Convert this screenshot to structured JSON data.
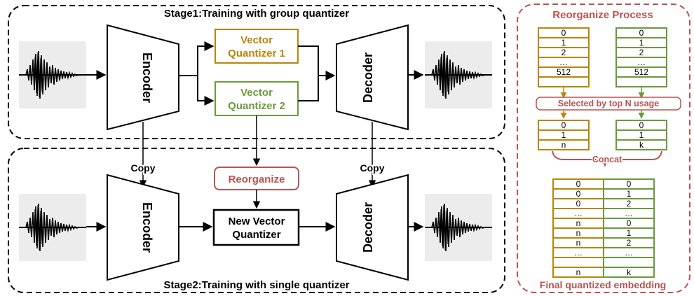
{
  "stage1": {
    "title": "Stage1:Training with group quantizer"
  },
  "stage2": {
    "title": "Stage2:Training with single quantizer"
  },
  "blocks": {
    "encoder": "Encoder",
    "decoder": "Decoder",
    "vq1": [
      "Vector",
      "Quantizer 1"
    ],
    "vq2": [
      "Vector",
      "Quantizer 2"
    ],
    "new_vq": [
      "New Vector",
      "Quantizer"
    ],
    "reorganize": "Reorganize"
  },
  "edge_labels": {
    "copy": "Copy"
  },
  "reorganize_panel": {
    "title": "Reorganize Process",
    "codebook_a": [
      "0",
      "1",
      "2",
      "…",
      "512"
    ],
    "codebook_b": [
      "0",
      "1",
      "2",
      "…",
      "512"
    ],
    "selection_label": "Selected by top N usage",
    "selected_a": [
      "0",
      "1",
      "n"
    ],
    "selected_b": [
      "0",
      "1",
      "k"
    ],
    "concat_label": "Concat",
    "final_left": [
      "0",
      "0",
      "0",
      "…",
      "n",
      "n",
      "n",
      "…",
      "n"
    ],
    "final_right": [
      "0",
      "1",
      "2",
      "…",
      "0",
      "1",
      "2",
      "…",
      "k"
    ],
    "caption": "Final quantized embedding"
  },
  "colors": {
    "gold": "#b8860b",
    "green": "#6b9a3c",
    "red": "#b85450",
    "black": "#000000"
  }
}
